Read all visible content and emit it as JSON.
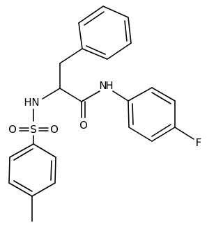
{
  "molecule": {
    "atom_labels": {
      "amide_nh": "N",
      "amide_h": "H",
      "sulfonamide_h": "H",
      "sulfonamide_n": "N",
      "sulfur": "S",
      "oxygen_left": "O",
      "oxygen_right": "O",
      "carbonyl_oxygen": "O",
      "fluorine": "F"
    },
    "rings": [
      "benzyl-phenyl",
      "para-fluorophenyl",
      "para-tolyl"
    ],
    "substituents": [
      "methyl",
      "fluoro",
      "sulfonyl",
      "amide"
    ]
  }
}
